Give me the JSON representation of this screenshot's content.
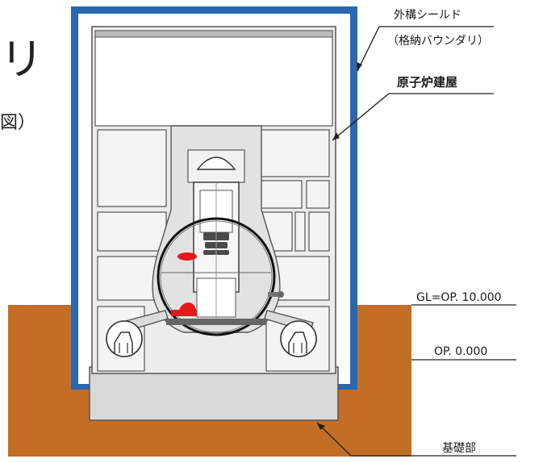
{
  "labels": {
    "outer_shield": "外構シールド",
    "boundary": "（格納バウンダリ）",
    "reactor_building": "原子炉建屋",
    "ground_level": "GL=OP. 10.000",
    "op_zero": "OP. 0.000",
    "foundation": "基礎部"
  },
  "edge_fragments": {
    "large": "リ",
    "small": "図）"
  },
  "colors": {
    "shield": "#2a67b0",
    "soil": "#c26f25",
    "building": "#ececec",
    "room": "#f4f4f4",
    "foundation": "#d8d8d8",
    "marker": "#e81818",
    "line": "#222222"
  }
}
